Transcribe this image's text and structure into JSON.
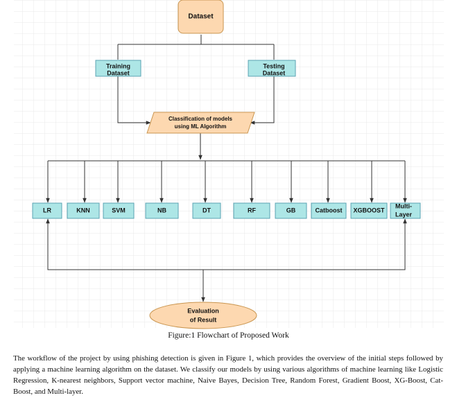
{
  "nodes": {
    "dataset": "Dataset",
    "training_line1": "Training",
    "training_line2": "Dataset",
    "testing_line1": "Testing",
    "testing_line2": "Dataset",
    "classification_line1": "Classification of models",
    "classification_line2": "using ML Algorithm",
    "evaluation_line1": "Evaluation",
    "evaluation_line2": "of Result"
  },
  "models": [
    "LR",
    "KNN",
    "SVM",
    "NB",
    "DT",
    "RF",
    "GB",
    "Catboost",
    "XGBOOST"
  ],
  "model_multilayer_line1": "Multi-",
  "model_multilayer_line2": "Layer",
  "colors": {
    "orange_fill": "#fdd8b0",
    "orange_stroke": "#c9954f",
    "teal_fill": "#ade6e6",
    "teal_stroke": "#5ba3b3",
    "line": "#333333",
    "grid": "#e9e9e9"
  },
  "caption": "Figure:1 Flowchart of Proposed Work",
  "paragraph": "The workflow of the project by using phishing detection is given in Figure 1, which provides the overview of the initial steps followed by applying a machine learning algorithm on the dataset. We classify our models by using various algorithms of machine learning like Logistic Regression, K-nearest neighbors, Support vector machine, Naive Bayes, Decision Tree, Random Forest, Gradient Boost, XG-Boost, Cat-Boost, and Multi-layer."
}
